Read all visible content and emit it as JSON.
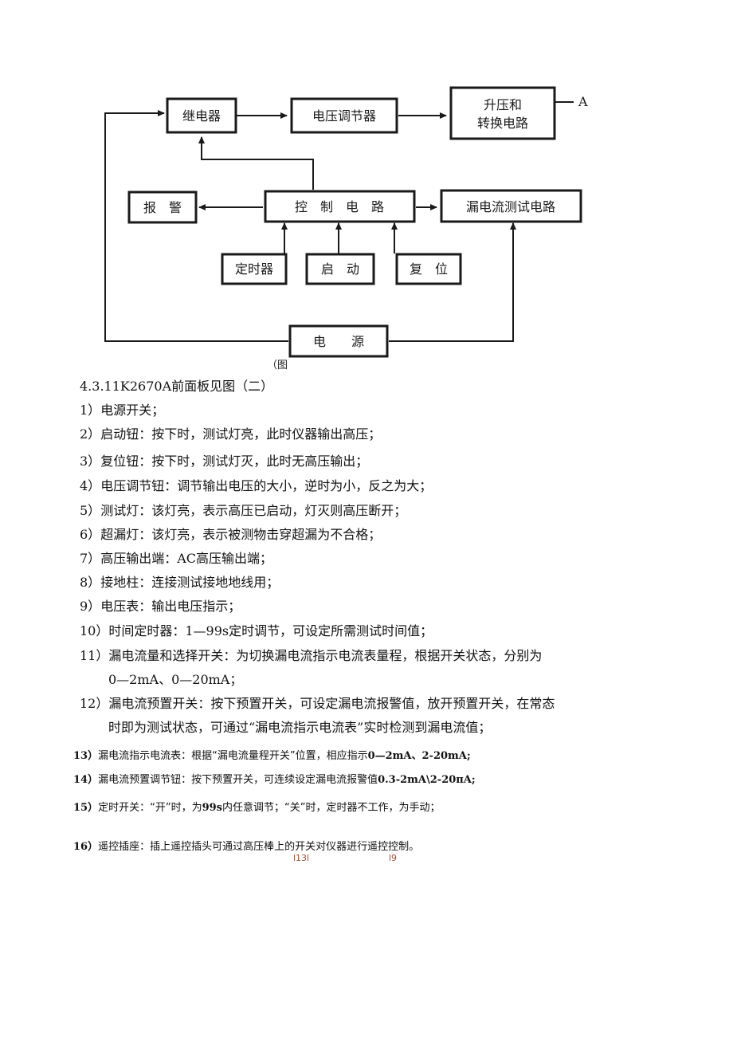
{
  "diagram": {
    "relay": "继电器",
    "voltage_regulator": "电压调节器",
    "boost_line1": "升压和",
    "boost_line2": "转换电路",
    "edge_mark": "A",
    "alarm": "报　警",
    "control": "控　制　电　路",
    "leakage_test": "漏电流测试电路",
    "timer": "定时器",
    "start": "启　动",
    "reset": "复　位",
    "power": "电　　源",
    "caption": "（图"
  },
  "heading": "4.3.11K2670A前面板见图（二）",
  "items": [
    {
      "num": "1）",
      "text": "电源开关；"
    },
    {
      "num": "2）",
      "text": "启动钮：按下时，测试灯亮，此时仪器输出高压；"
    },
    {
      "num": "3）",
      "text": "复位钮：按下时，测试灯灭，此时无高压输出；"
    },
    {
      "num": "4）",
      "text": "电压调节钮：调节输出电压的大小，逆时为小，反之为大；"
    },
    {
      "num": "5）",
      "text": "测试灯：该灯亮，表示高压已启动，灯灭则高压断开；"
    },
    {
      "num": "6）",
      "text": "超漏灯：该灯亮，表示被测物击穿超漏为不合格；"
    },
    {
      "num": "7）",
      "text": "高压输出端：AC高压输出端；"
    },
    {
      "num": "8）",
      "text": "接地柱：连接测试接地地线用；"
    },
    {
      "num": "9）",
      "text": "电压表：输出电压指示；"
    },
    {
      "num": "10）",
      "text": "时间定时器：1—99s定时调节，可设定所需测试时间值；"
    },
    {
      "num": "11）",
      "text": "漏电流量和选择开关：为切换漏电流指示电流表量程，根据开关状态，分别为",
      "cont": "0—2mA、0—20mA；"
    },
    {
      "num": "12）",
      "text": "漏电流预置开关：按下预置开关，可设定漏电流报警值，放开预置开关，在常态",
      "cont": "时即为测试状态，可通过“漏电流指示电流表”实时检测到漏电流值；"
    }
  ],
  "small_items": [
    {
      "num": "13）",
      "text": "漏电流指示电流表：根据“漏电流量程开关”位置，相应指示",
      "bold": "0—2mA、2-20mA;"
    },
    {
      "num": "14）",
      "text": "漏电流预置调节钮：按下预置开关，可连续设定漏电流报警值",
      "bold": "0.3-2mA\\2-20πA;"
    },
    {
      "num": "15）",
      "text_a": "定时开关：“开”时，为",
      "bold": "99s",
      "text_b": "内任意调节；“关”时，定时器不工作，为手动；"
    },
    {
      "num": "16）",
      "text": "遥控插座：插上遥控插头可通过高压棒上的开关对仪器进行遥控控制。"
    }
  ],
  "footnotes": [
    "l13l",
    "l9"
  ]
}
